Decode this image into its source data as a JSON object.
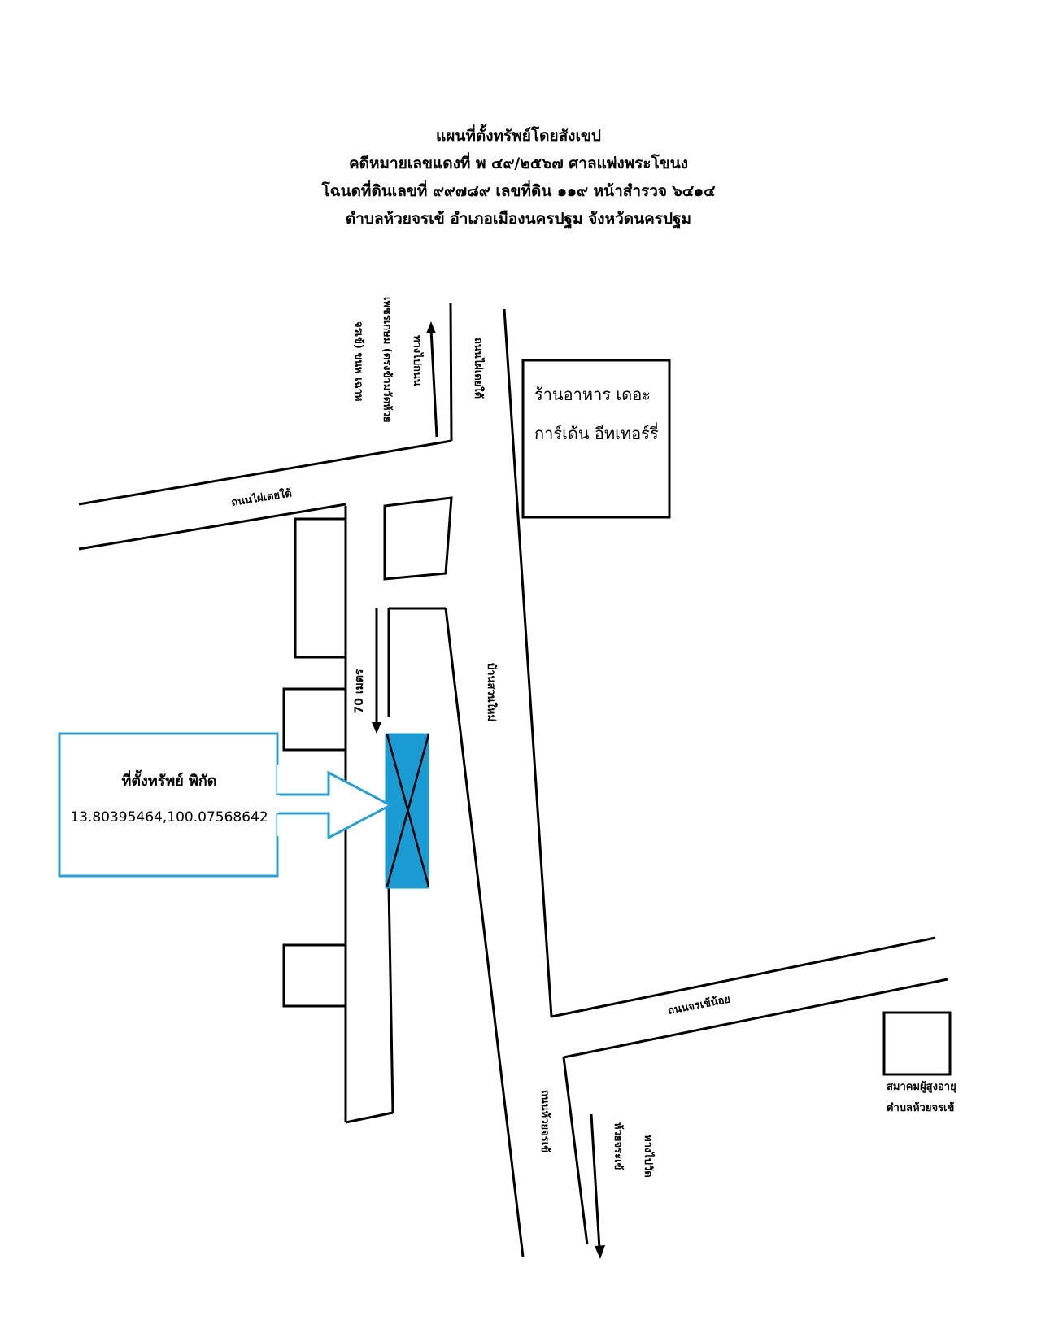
{
  "title": {
    "line1": "แผนที่ตั้งทรัพย์โดยสังเขป",
    "line2": "คดีหมายเลขแดงที่ พ ๔๙/๒๕๖๗ ศาลแพ่งพระโขนง",
    "line3": "โฉนดที่ดินเลขที่ ๙๙๗๘๙ เลขที่ดิน ๑๑๙ หน้าสำรวจ ๖๔๑๔",
    "line4": "ตำบลห้วยจรเข้ อำเภอเมืองนครปฐม จังหวัดนครปฐม"
  },
  "roads": {
    "phai_toei_tai_horizontal": "ถนนไผ่เตยใต้",
    "phai_toei_tai_vertical": "ถนนไผ่เตยใต้",
    "ban_suan_mai": "บ้านสวนใหม่",
    "chorakhe_noi": "ถนนจรเข้น้อย",
    "huai_chorakhe": "ถนนห้วยจรเข้"
  },
  "directions": {
    "to_road_label": "ทางไปถนน",
    "to_road_line2": "เพชรเกษม (ตรงข้ามวัดห้วย",
    "to_road_line3": "จรเข้) ขนพ เฉาห",
    "to_wat_label": "ทางไปวัด",
    "to_wat_line2": "ห้วยจระเข้"
  },
  "landmarks": {
    "restaurant_line1": "ร้านอาหาร เดอะ",
    "restaurant_line2": "การ์เด้น อีทเทอร์รี่",
    "elderly_assoc_line1": "สมาคมผู้สูงอายุ",
    "elderly_assoc_line2": "ตำบลห้วยจรเข้"
  },
  "distance_label": "70 เมตร",
  "property": {
    "callout_title": "ที่ตั้งทรัพย์ พิกัด",
    "coordinates": "13.80395464,100.07568642"
  },
  "colors": {
    "property_fill": "#1a9bd4",
    "callout_border": "#2a9fd0",
    "line": "#000000"
  }
}
